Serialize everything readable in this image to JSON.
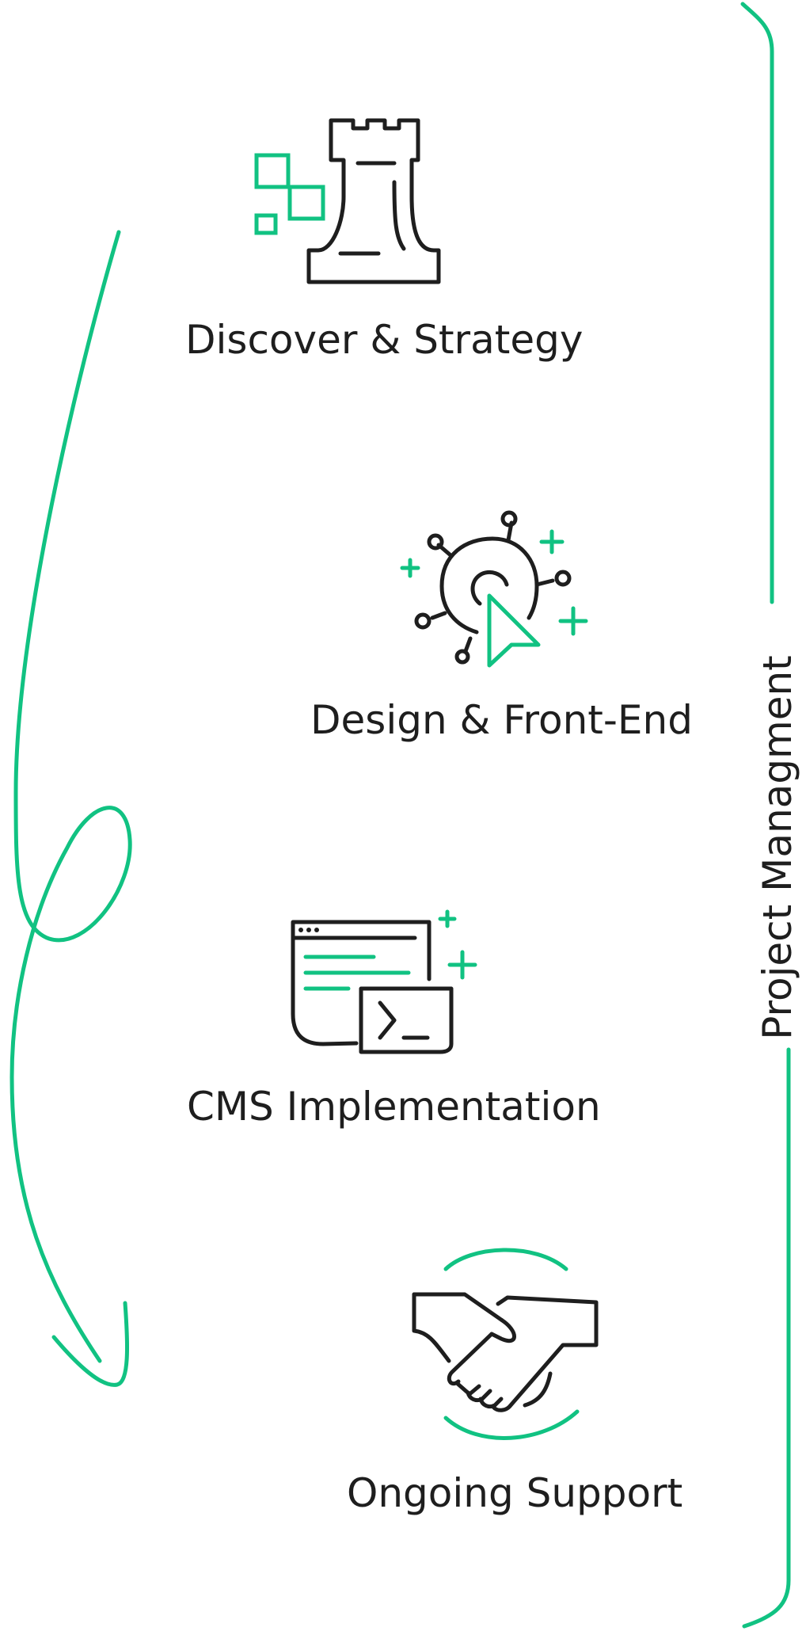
{
  "colors": {
    "accent": "#11c282",
    "ink": "#1e1e1e",
    "background": "#ffffff"
  },
  "steps": [
    {
      "label": "Discover & Strategy",
      "icon": "chess-rook-icon"
    },
    {
      "label": "Design & Front-End",
      "icon": "cursor-click-icon"
    },
    {
      "label": "CMS Implementation",
      "icon": "code-window-terminal-icon"
    },
    {
      "label": "Ongoing Support",
      "icon": "handshake-icon"
    }
  ],
  "project_management": {
    "label": "Project Managment"
  }
}
